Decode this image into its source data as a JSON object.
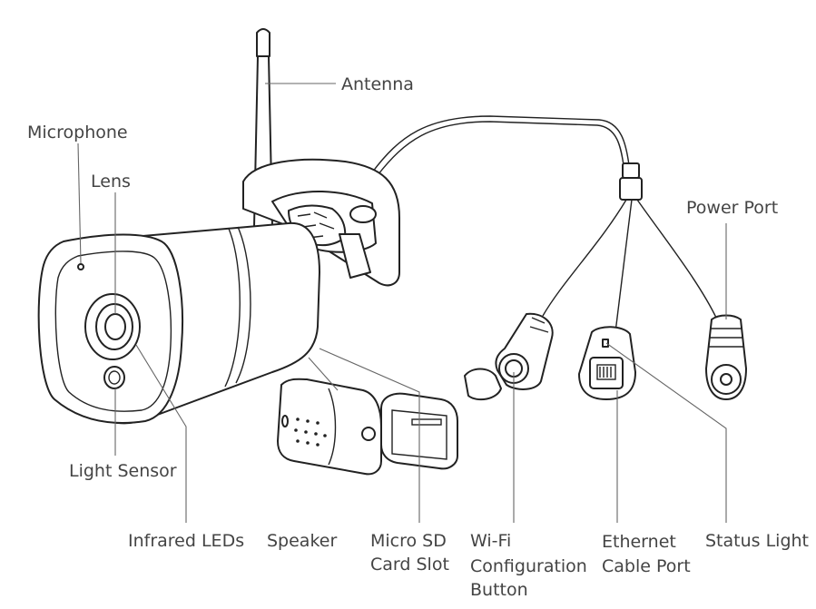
{
  "labels": {
    "antenna": "Antenna",
    "microphone": "Microphone",
    "lens": "Lens",
    "power_port": "Power Port",
    "light_sensor": "Light Sensor",
    "infrared_leds": "Infrared LEDs",
    "speaker": "Speaker",
    "micro_sd": [
      "Micro SD",
      "Card Slot"
    ],
    "wifi_button": [
      "Wi-Fi",
      "Configuration",
      "Button"
    ],
    "ethernet": [
      "Ethernet",
      "Cable Port"
    ],
    "status_light": "Status Light"
  }
}
